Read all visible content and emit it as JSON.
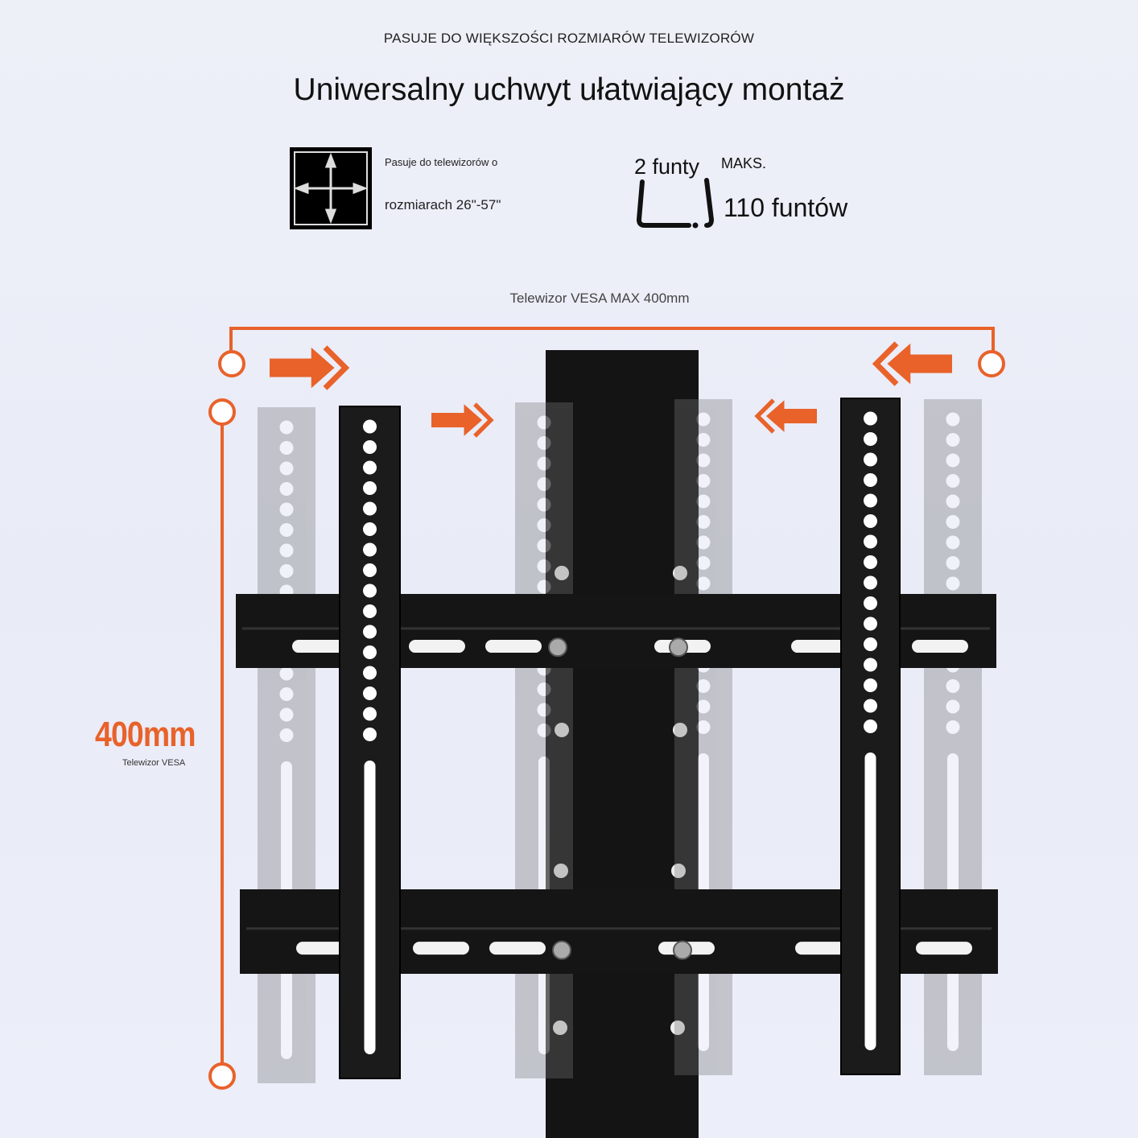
{
  "header": {
    "eyebrow": "PASUJE DO WIĘKSZOŚCI ROZMIARÓW TELEWIZORÓW",
    "title": "Uniwersalny uchwyt ułatwiający montaż"
  },
  "features": {
    "size_line1": "Pasuje do telewizorów o",
    "size_line2": "rozmiarach 26\"-57\"",
    "weight_min": "2 funty",
    "weight_max_label": "MAKS.",
    "weight_max": "110 funtów"
  },
  "diagram": {
    "vesa_max_label": "Telewizor VESA MAX 400mm",
    "height_value": "400mm",
    "height_label": "Telewizor VESA",
    "accent_color": "#e8622a"
  }
}
